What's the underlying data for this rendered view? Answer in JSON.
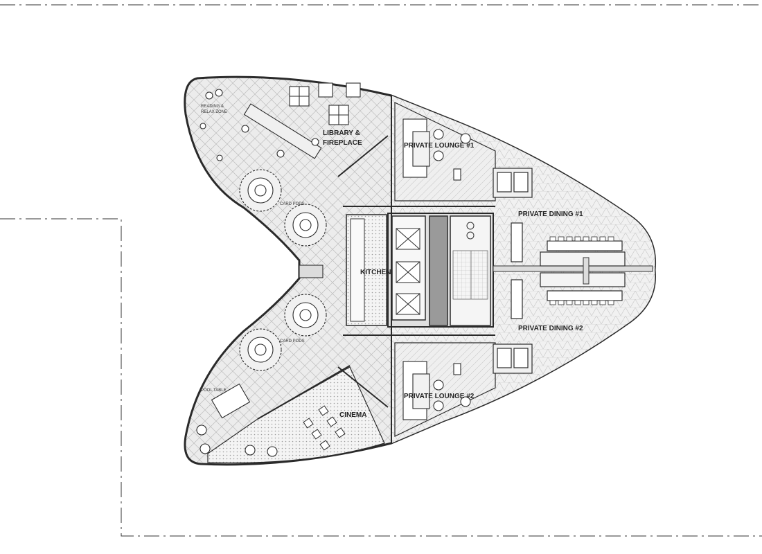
{
  "plan": {
    "colors": {
      "line": "#2a2a2a",
      "floor_fill": "#e8e8e8",
      "hatch": "#bdbdbd",
      "core_fill": "#cfcfcf",
      "shaft_fill": "#9a9a9a"
    },
    "rooms": {
      "library_line1": "LIBRARY &",
      "library_line2": "FIREPLACE",
      "reading_line1": "READING &",
      "reading_line2": "RELAX ZONE",
      "lounge1": "PRIVATE LOUNGE #1",
      "lounge2": "PRIVATE LOUNGE #2",
      "dining1": "PRIVATE DINING #1",
      "dining2": "PRIVATE DINING #2",
      "kitchen": "KITCHEN",
      "cinema": "CINEMA",
      "pool_table": "POOL TABLE",
      "card_pods_upper": "CARD PODS",
      "card_pods_lower": "CARD PODS"
    }
  }
}
